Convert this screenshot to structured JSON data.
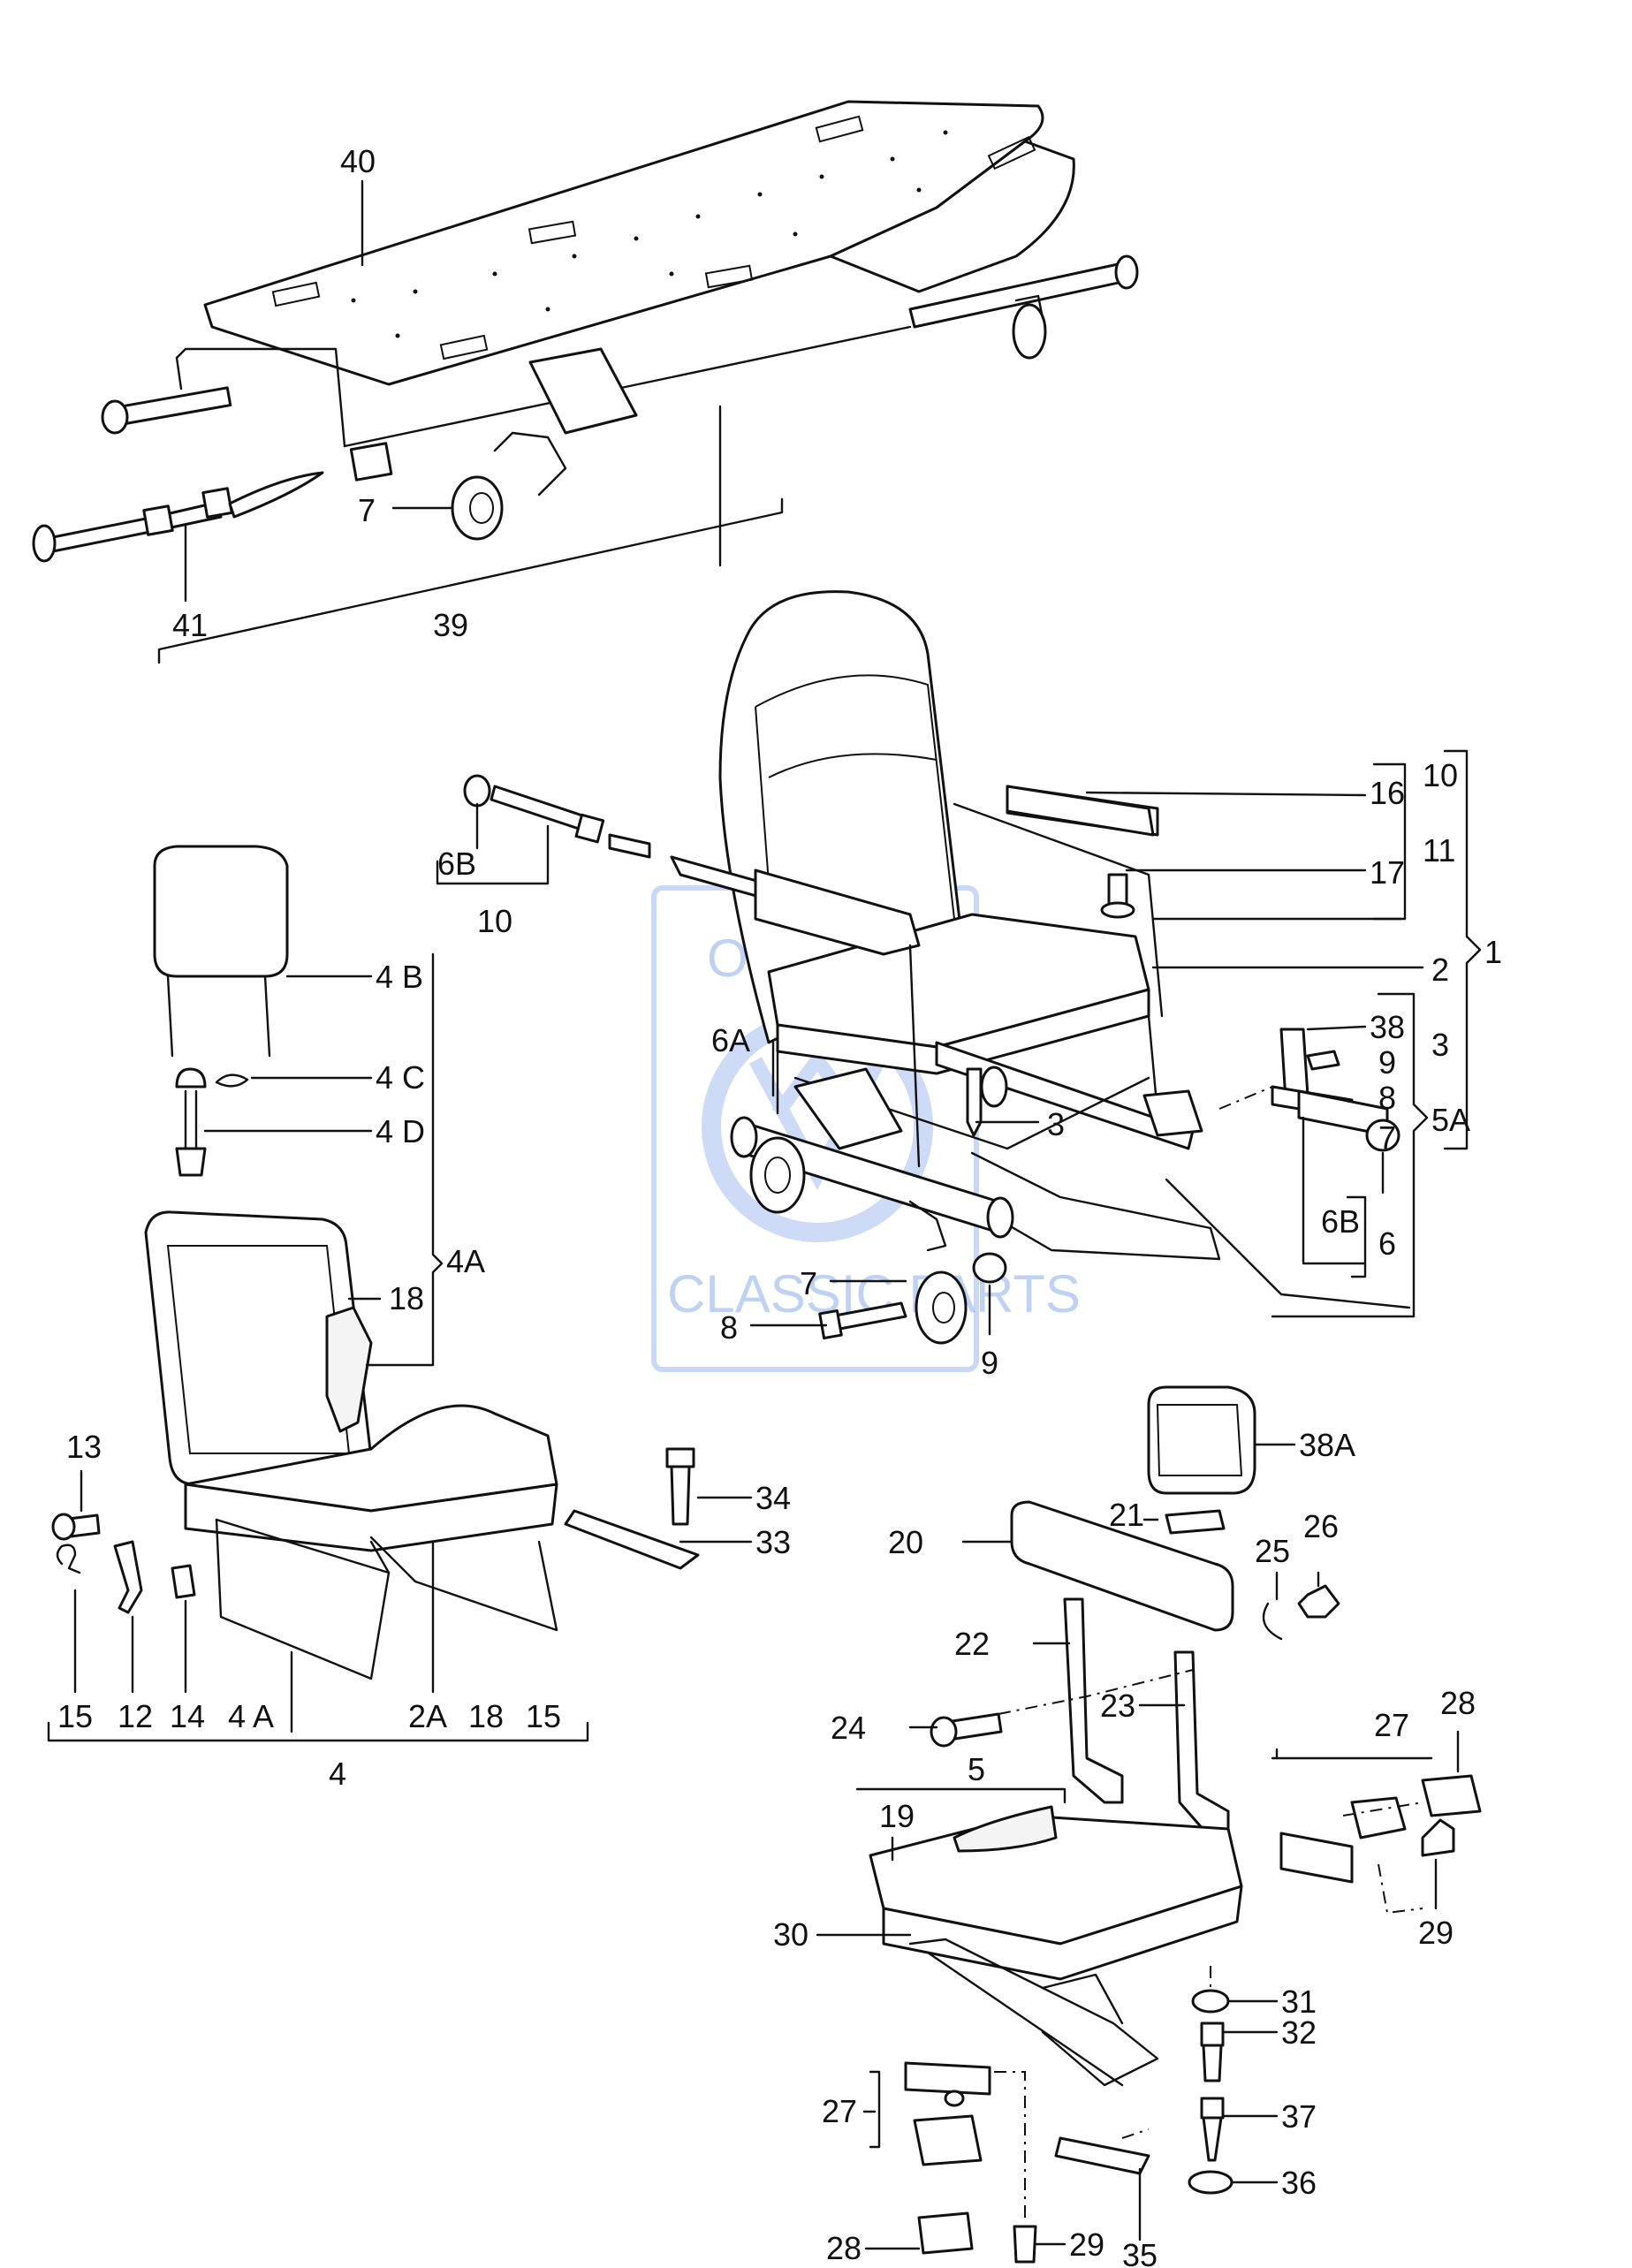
{
  "watermark": {
    "line1": "ORIGINAL",
    "line2": "CLASSIC PARTS",
    "color": "#4a7fe0"
  },
  "labels": {
    "40": "40",
    "7": "7",
    "41": "41",
    "39": "39",
    "16": "16",
    "10": "10",
    "11": "11",
    "17": "17",
    "1": "1",
    "2": "2",
    "6B": "6B",
    "10b": "10",
    "6A": "6A",
    "3": "3",
    "38": "38",
    "9": "9",
    "3r": "3",
    "8": "8",
    "5A": "5A",
    "7r": "7",
    "6Br": "6B",
    "6": "6",
    "7c": "7",
    "8c": "8",
    "9c": "9",
    "4B": "4 B",
    "4C": "4 C",
    "4D": "4 D",
    "4A": "4A",
    "18": "18",
    "13": "13",
    "34": "34",
    "33": "33",
    "15": "15",
    "12": "12",
    "14": "14",
    "4Ab": "4 A",
    "2A": "2A",
    "18b": "18",
    "15b": "15",
    "4": "4",
    "38A": "38A",
    "21": "21",
    "20": "20",
    "25": "25",
    "26": "26",
    "22": "22",
    "23": "23",
    "24": "24",
    "27": "27",
    "28": "28",
    "5": "5",
    "19": "19",
    "29": "29",
    "30": "30",
    "31": "31",
    "32": "32",
    "27b": "27",
    "37": "37",
    "36": "36",
    "28b": "28",
    "29b": "29",
    "35": "35"
  }
}
